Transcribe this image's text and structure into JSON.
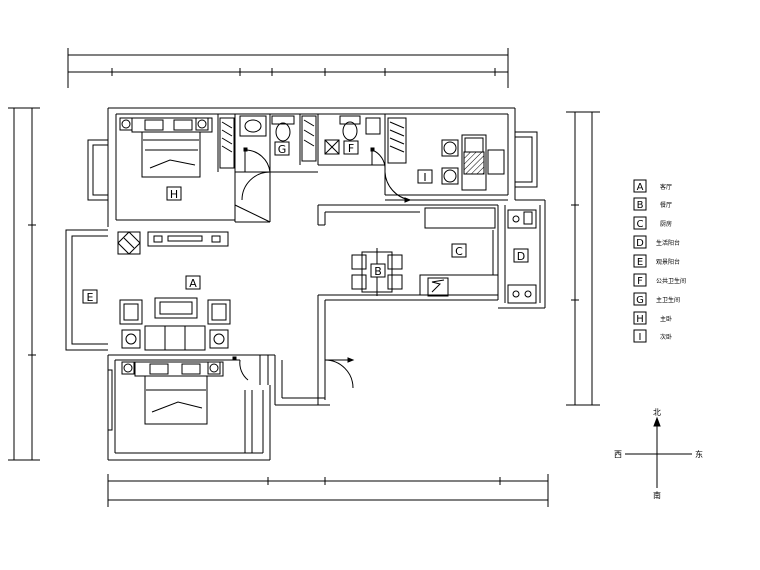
{
  "rooms": [
    {
      "id": "A"
    },
    {
      "id": "B"
    },
    {
      "id": "C"
    },
    {
      "id": "D"
    },
    {
      "id": "E"
    },
    {
      "id": "F"
    },
    {
      "id": "G"
    },
    {
      "id": "H"
    },
    {
      "id": "I"
    }
  ],
  "legend": [
    {
      "key": "A",
      "text": "客厅"
    },
    {
      "key": "B",
      "text": "餐厅"
    },
    {
      "key": "C",
      "text": "厨房"
    },
    {
      "key": "D",
      "text": "生活阳台"
    },
    {
      "key": "E",
      "text": "观景阳台"
    },
    {
      "key": "F",
      "text": "公共卫生间"
    },
    {
      "key": "G",
      "text": "主卫生间"
    },
    {
      "key": "H",
      "text": "主卧"
    },
    {
      "key": "I",
      "text": "次卧"
    }
  ],
  "compass": {
    "north": "北",
    "south": "南",
    "east": "东",
    "west": "西"
  },
  "colors": {
    "line": "#000000",
    "background": "#ffffff"
  }
}
